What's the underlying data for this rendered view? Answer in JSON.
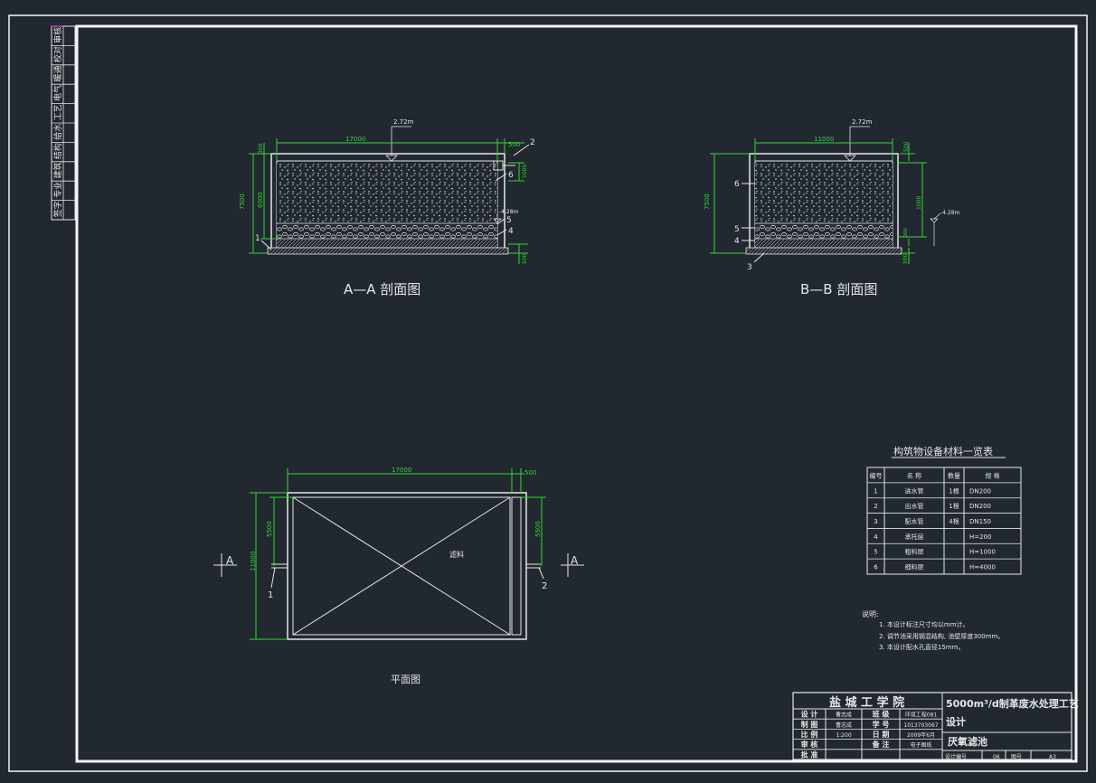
{
  "colors": {
    "background": "#212830",
    "line": "#e6e6e6",
    "dimension": "#33d633",
    "frame": "#ffffff"
  },
  "side_strip": [
    "审核",
    "校对",
    "暖通",
    "电气",
    "工艺",
    "给水",
    "结构",
    "建筑",
    "专业",
    "签字"
  ],
  "section_aa": {
    "title": "A—A 剖面图",
    "dim_width": "17000",
    "dim_right": "500",
    "dim_total_h": "7500",
    "dim_depth": "6000",
    "dim_top": "300",
    "dim_side": "1000",
    "dim_bottom": "500",
    "level_top": "2.72m",
    "level_mid": "-4.28m",
    "callouts": [
      "1",
      "2",
      "4",
      "5",
      "6"
    ]
  },
  "section_bb": {
    "title": "B—B 剖面图",
    "dim_width": "11000",
    "dim_total_h": "7500",
    "dim_top": "500",
    "dim_side": "1000",
    "dim_bottom": "500",
    "dim_small": "200",
    "level_top": "2.72m",
    "level_mid": "-4.28m",
    "callouts": [
      "3",
      "4",
      "5",
      "6"
    ]
  },
  "plan": {
    "title": "平面图",
    "dim_width": "17000",
    "dim_right": "500",
    "dim_height": "11000",
    "dim_half_left": "5500",
    "dim_half_right": "5500",
    "center_label": "滤料",
    "section_mark": "A",
    "callouts": [
      "1",
      "2"
    ]
  },
  "equipment_table": {
    "title": "构筑物设备材料一览表",
    "headers": [
      "编号",
      "名 称",
      "数量",
      "规 格"
    ],
    "rows": [
      [
        "1",
        "进水管",
        "1根",
        "DN200"
      ],
      [
        "2",
        "出水管",
        "1根",
        "DN200"
      ],
      [
        "3",
        "配水管",
        "4根",
        "DN150"
      ],
      [
        "4",
        "承托层",
        "",
        "H=200"
      ],
      [
        "5",
        "粗料层",
        "",
        "H=1000"
      ],
      [
        "6",
        "细料层",
        "",
        "H=4000"
      ]
    ]
  },
  "notes": {
    "title": "说明:",
    "items": [
      "1. 本设计标注尺寸均以mm计。",
      "2. 调节池采用钢混结构, 池壁厚度300mm。",
      "3. 本设计配水孔直径15mm。"
    ]
  },
  "title_block": {
    "school": "盐 城 工 学 院",
    "project": "5000m³/d制革废水处理工艺设计",
    "drawing_name": "厌氧滤池",
    "rows": [
      [
        "设 计",
        "曹志成",
        "班 级",
        "环境工程081"
      ],
      [
        "制 图",
        "曹志成",
        "学 号",
        "1013703067"
      ],
      [
        "比 例",
        "1:200",
        "日 期",
        "2009年6月"
      ],
      [
        "审 核",
        "",
        "备 注",
        "电子图纸"
      ],
      [
        "批 准",
        "",
        "",
        ""
      ]
    ],
    "sheet_label": "设计编号",
    "sheet_no": "06",
    "page_label": "图号",
    "size": "A3"
  }
}
